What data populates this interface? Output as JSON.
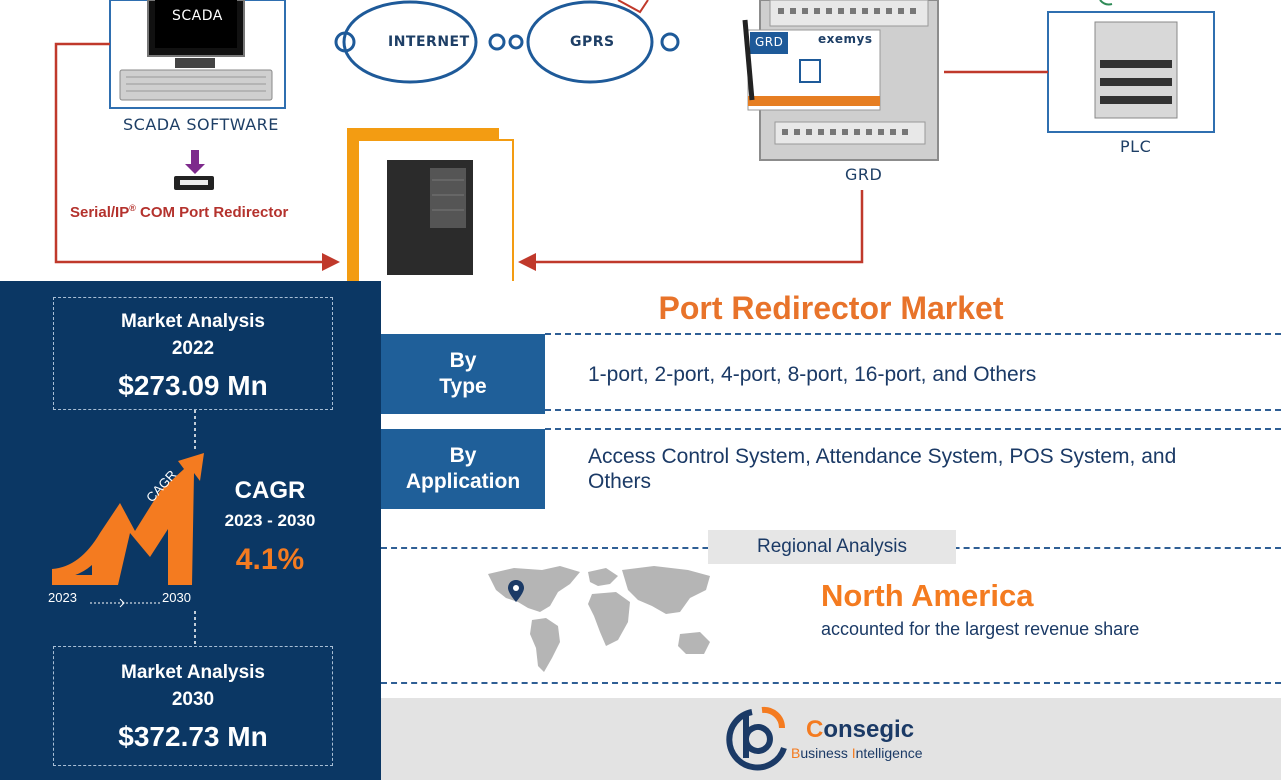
{
  "diagram": {
    "scada_screen": "SCADA",
    "scada_software": "SCADA SOFTWARE",
    "internet": "INTERNET",
    "gprs": "GPRS",
    "redirector": "Serial/IP",
    "redirector_reg": "®",
    "redirector_rest": " COM Port Redirector",
    "grd": "GRD",
    "grd_device": "GRD",
    "grd_brand": "exemys",
    "plc": "PLC"
  },
  "left_panel": {
    "box_2022": {
      "title_line1": "Market Analysis",
      "title_line2": "2022",
      "value": "$273.09 Mn"
    },
    "cagr": {
      "arrow_text": "CAGR",
      "label": "CAGR",
      "period": "2023 - 2030",
      "value": "4.1%"
    },
    "year_start": "2023",
    "year_end": "2030",
    "box_2030": {
      "title_line1": "Market Analysis",
      "title_line2": "2030",
      "value": "$372.73 Mn"
    }
  },
  "title": "Port Redirector Market",
  "segments": [
    {
      "label_line1": "By",
      "label_line2": "Type",
      "text": "1-port, 2-port, 4-port, 8-port, 16-port, and Others"
    },
    {
      "label_line1": "By",
      "label_line2": "Application",
      "text": "Access Control System, Attendance System, POS System, and Others"
    }
  ],
  "regional": {
    "badge": "Regional Analysis",
    "region": "North America",
    "description": "accounted for the largest revenue share"
  },
  "brand": {
    "name_first": "C",
    "name_rest": "onsegic",
    "sub_b": "B",
    "sub_usiness": "usiness ",
    "sub_i": "I",
    "sub_ntelligence": "ntelligence"
  },
  "colors": {
    "navy": "#0b3764",
    "orange": "#f47b20",
    "segment_blue": "#1f5f99",
    "diagram_red": "#c0392b"
  }
}
